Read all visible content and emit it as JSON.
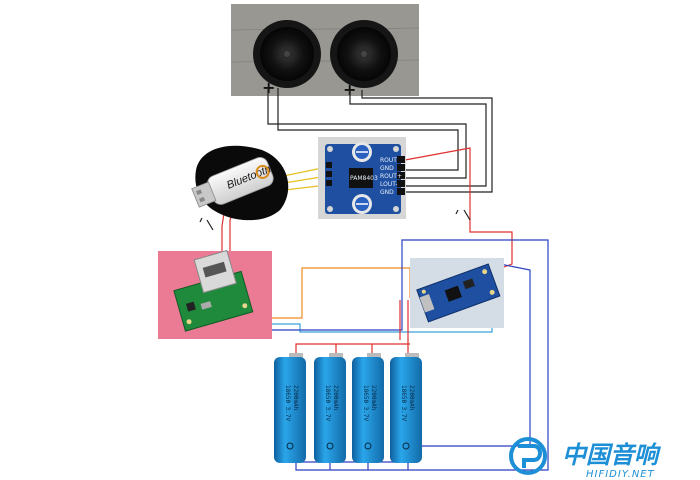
{
  "speakers": {
    "left_polarity": "+",
    "right_polarity": "+"
  },
  "bluetooth_module": {
    "label": "Bluetooth"
  },
  "amp_board": {
    "pin_labels": [
      "ROUT",
      "GND",
      "ROUT+",
      "LOUT-",
      "GND"
    ],
    "chip_label": "PAM8403"
  },
  "batteries": {
    "cell_text": [
      "18650 3.7V",
      "2200mAh"
    ],
    "count": 4
  },
  "watermark": {
    "brand": "中国音响",
    "site": "HIFIDIY.NET"
  },
  "colors": {
    "red_wire": "#e03030",
    "blue_wire": "#2a3fc0",
    "cyan_wire": "#3aa0d8",
    "orange_wire": "#f08a20",
    "yellow_wire": "#e8c020",
    "black_wire": "#222222",
    "battery_blue": "#1f8ed6",
    "pcb_blue": "#1e4fa0",
    "pcb_green": "#1f8a3c",
    "brand_blue": "#1d8fd6"
  }
}
